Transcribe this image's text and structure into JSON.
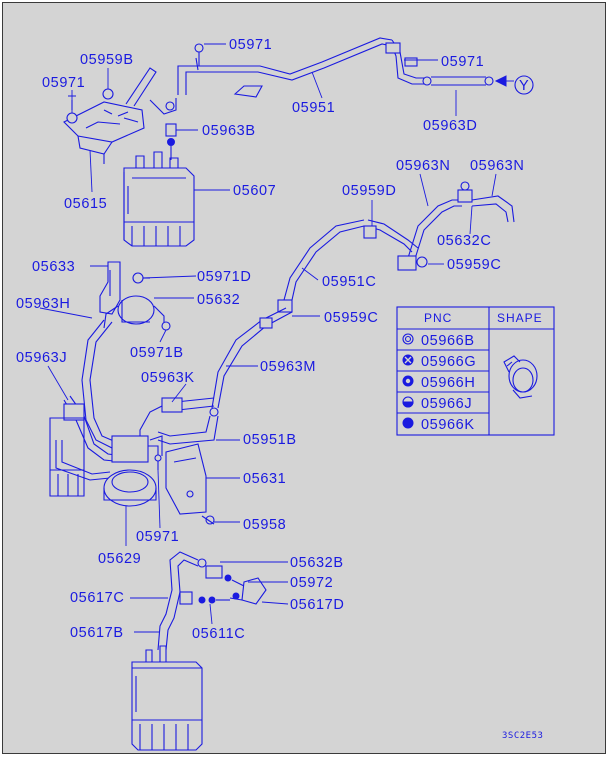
{
  "parts": {
    "p05971_top": "05971",
    "p05959B": "05959B",
    "p05971_left": "05971",
    "p05951": "05951",
    "p05971_right": "05971",
    "p05963B": "05963B",
    "p05963D": "05963D",
    "p05607": "05607",
    "p05615": "05615",
    "p05963N_a": "05963N",
    "p05963N_b": "05963N",
    "p05959D": "05959D",
    "p05632C": "05632C",
    "p05959C_a": "05959C",
    "p05633": "05633",
    "p05971D": "05971D",
    "p05951C": "05951C",
    "p05632": "05632",
    "p05963H": "05963H",
    "p05959C_b": "05959C",
    "p05971B": "05971B",
    "p05963J": "05963J",
    "p05963M": "05963M",
    "p05963K": "05963K",
    "p05951B": "05951B",
    "p05631": "05631",
    "p05958": "05958",
    "p05971_bottom": "05971",
    "p05629": "05629",
    "p05632B": "05632B",
    "p05972": "05972",
    "p05617C": "05617C",
    "p05617D": "05617D",
    "p05617B": "05617B",
    "p05611C": "05611C"
  },
  "connector_marker": "Y",
  "legend": {
    "headers": {
      "pnc": "PNC",
      "shape": "SHAPE"
    },
    "rows": [
      {
        "pnc": "05966B",
        "symbol": "ring-icon"
      },
      {
        "pnc": "05966G",
        "symbol": "cross-circle-icon"
      },
      {
        "pnc": "05966H",
        "symbol": "thick-ring-icon"
      },
      {
        "pnc": "05966J",
        "symbol": "half-circle-icon"
      },
      {
        "pnc": "05966K",
        "symbol": "filled-circle-icon"
      }
    ]
  },
  "figure_code": "3SC2E53",
  "colors": {
    "background": "#d4d4d4",
    "ink": "#1a1ae0",
    "frame": "#3a3a3a"
  }
}
